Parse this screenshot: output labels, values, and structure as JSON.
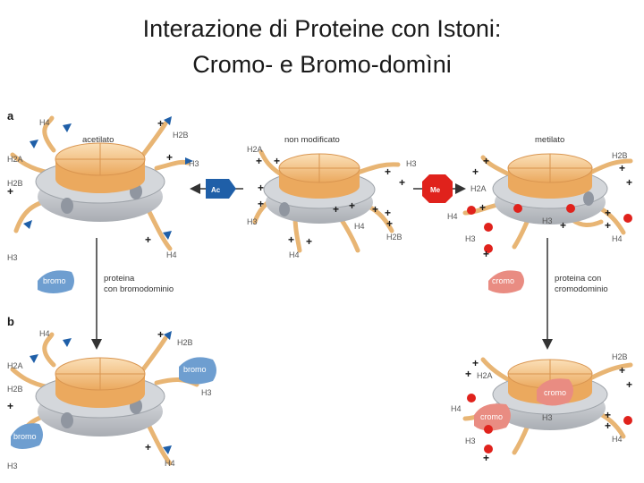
{
  "title": {
    "line1": "Interazione di Proteine con Istoni:",
    "line2": "Cromo- e Bromo-domìni"
  },
  "panels": {
    "a": "a",
    "b": "b"
  },
  "states": {
    "acetylated": "acetilato",
    "unmodified": "non modificato",
    "methylated": "metilato"
  },
  "histones": {
    "h2a": "H2A",
    "h2b": "H2B",
    "h3": "H3",
    "h4": "H4"
  },
  "marks": {
    "acetyl": "Ac",
    "methyl": "Me",
    "charge": "+"
  },
  "proteins": {
    "bromo": "bromo",
    "cromo": "cromo",
    "bromo_caption_1": "proteina",
    "bromo_caption_2": "con bromodominio",
    "cromo_caption_1": "proteina con",
    "cromo_caption_2": "cromodominio"
  },
  "colors": {
    "disk": "#f4c07e",
    "disk_dark": "#e0a45c",
    "core_gray": "#c9ccd1",
    "tail": "#e8b574",
    "acetyl_mark": "#1f5fa8",
    "methyl_mark": "#e0221c",
    "bromo_protein": "#6e9ed0",
    "cromo_protein": "#e98c82"
  }
}
